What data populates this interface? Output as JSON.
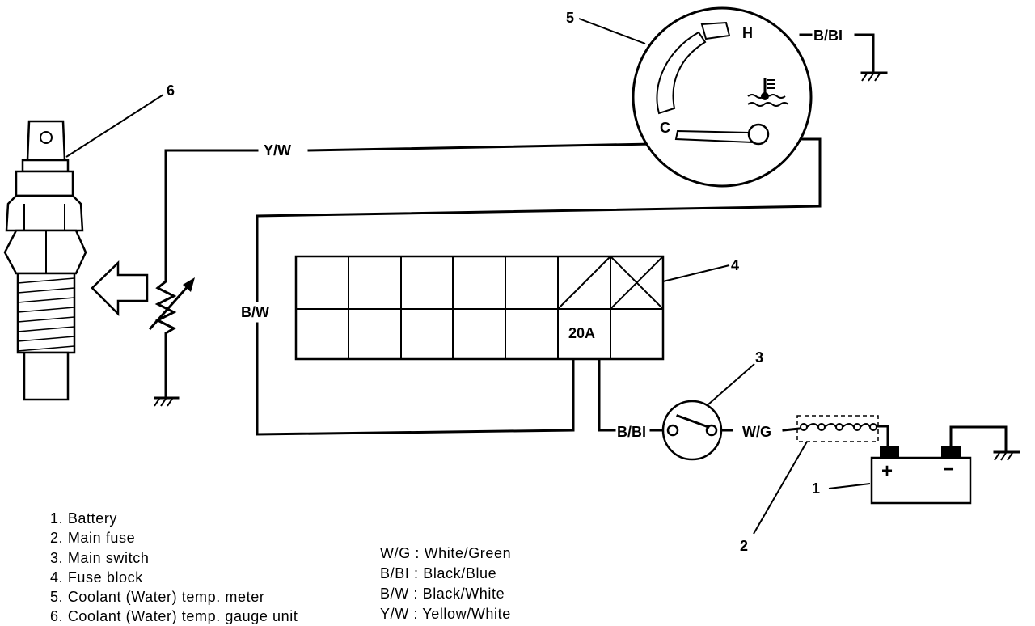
{
  "wires": {
    "yw": "Y/W",
    "bw": "B/W",
    "bbl_meter": "B/BI",
    "bbl_switch": "B/BI",
    "wg": "W/G"
  },
  "fuse_block": {
    "rating": "20A"
  },
  "gauge": {
    "hot": "H",
    "cold": "C"
  },
  "battery": {
    "plus": "+",
    "minus": "−"
  },
  "callouts": [
    "1",
    "2",
    "3",
    "4",
    "5",
    "6"
  ],
  "legend": [
    "1. Battery",
    "2. Main fuse",
    "3. Main switch",
    "4. Fuse block",
    "5. Coolant (Water) temp. meter",
    "6. Coolant (Water) temp. gauge unit"
  ],
  "wire_legend": [
    "W/G : White/Green",
    "B/BI : Black/Blue",
    "B/W : Black/White",
    "Y/W : Yellow/White"
  ]
}
